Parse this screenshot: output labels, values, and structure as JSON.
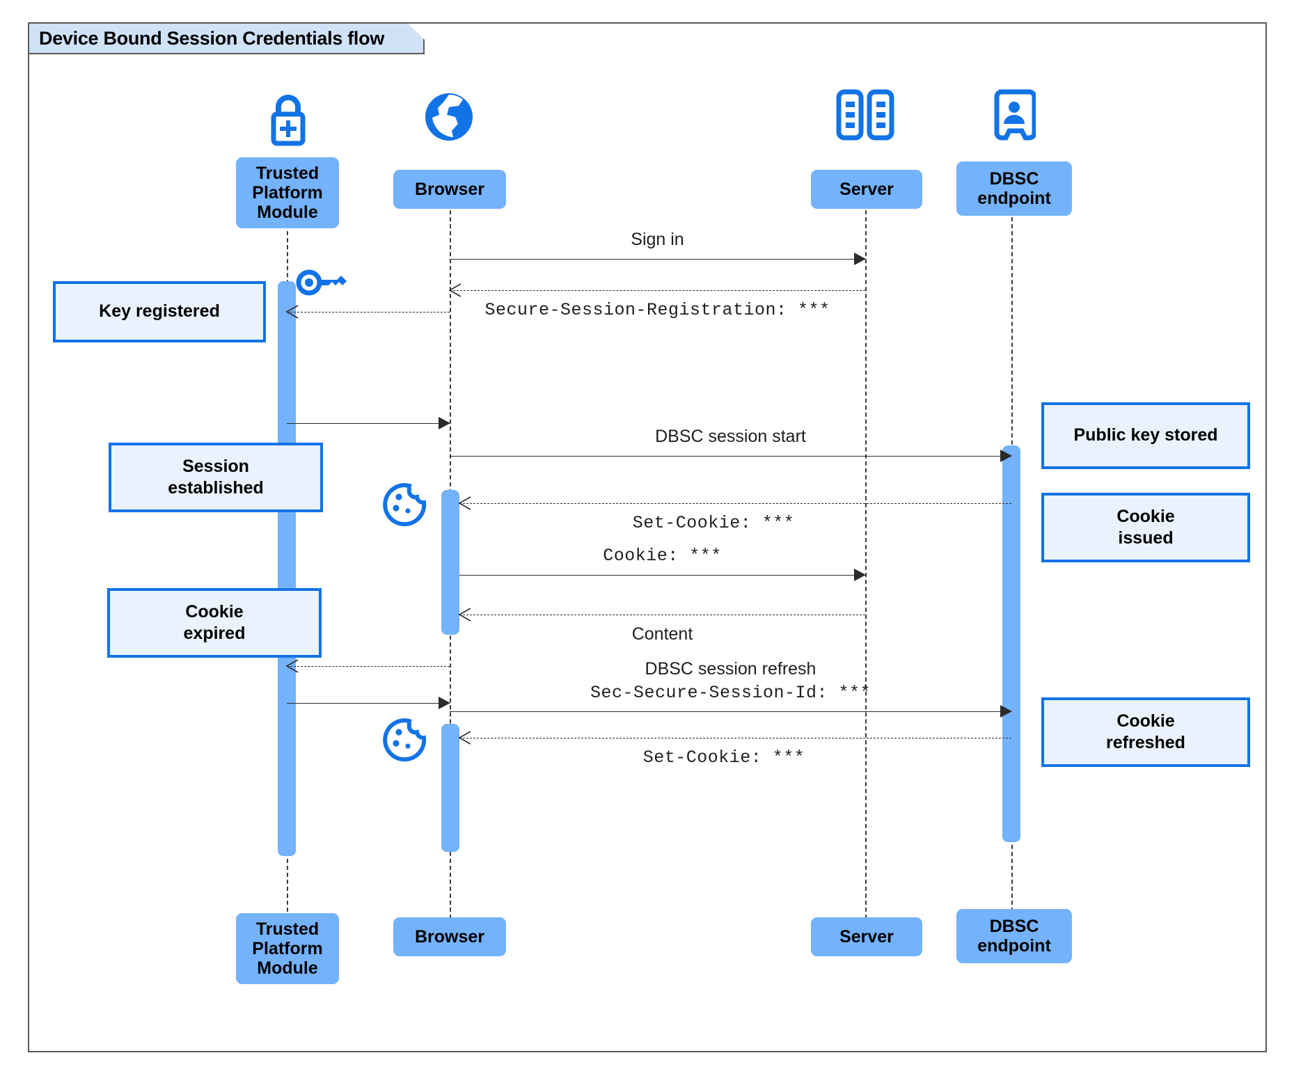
{
  "diagram": {
    "title": "Device Bound Session Credentials flow",
    "type": "sequence",
    "accent_color": "#1273e6",
    "actor_fill": "#74b2fb",
    "note_fill": "#eaf2fd",
    "note_border": "#1273e6",
    "title_fill": "#cfe2f7"
  },
  "actors": [
    {
      "id": "tpm",
      "label": "Trusted\nPlatform\nModule",
      "icon": "lock-plus-icon"
    },
    {
      "id": "browser",
      "label": "Browser",
      "icon": "globe-icon"
    },
    {
      "id": "server",
      "label": "Server",
      "icon": "server-rack-icon"
    },
    {
      "id": "dbsc",
      "label": "DBSC\nendpoint",
      "icon": "id-badge-icon"
    }
  ],
  "actors_bottom": [
    {
      "id": "tpm",
      "label": "Trusted\nPlatform\nModule"
    },
    {
      "id": "browser",
      "label": "Browser"
    },
    {
      "id": "server",
      "label": "Server"
    },
    {
      "id": "dbsc",
      "label": "DBSC\nendpoint"
    }
  ],
  "messages": [
    {
      "id": "m1",
      "from": "browser",
      "to": "server",
      "label": "Sign in",
      "style": "solid",
      "font": "sans"
    },
    {
      "id": "m2",
      "from": "server",
      "to": "browser",
      "label": "Secure-Session-Registration: ***",
      "style": "dashed",
      "font": "mono"
    },
    {
      "id": "m3",
      "from": "browser",
      "to": "tpm",
      "label": "",
      "style": "dashed",
      "font": "sans"
    },
    {
      "id": "m4",
      "from": "tpm",
      "to": "browser",
      "label": "",
      "style": "solid",
      "font": "sans"
    },
    {
      "id": "m5",
      "from": "browser",
      "to": "dbsc",
      "label": "DBSC session start",
      "style": "solid",
      "font": "sans"
    },
    {
      "id": "m6",
      "from": "dbsc",
      "to": "browser",
      "label": "Set-Cookie: ***",
      "style": "dashed",
      "font": "mono"
    },
    {
      "id": "m7",
      "from": "browser",
      "to": "server",
      "label": "Cookie: ***",
      "style": "solid",
      "font": "mono"
    },
    {
      "id": "m8",
      "from": "server",
      "to": "browser",
      "label": "Content",
      "style": "dashed",
      "font": "sans"
    },
    {
      "id": "m9",
      "from": "browser",
      "to": "tpm",
      "label": "",
      "style": "dashed",
      "font": "sans"
    },
    {
      "id": "m10",
      "from": "tpm",
      "to": "browser",
      "label": "",
      "style": "solid",
      "font": "sans"
    },
    {
      "id": "m11",
      "from": "browser",
      "to": "dbsc",
      "label": "DBSC session refresh",
      "label2": "Sec-Secure-Session-Id: ***",
      "style": "solid",
      "font": "sans"
    },
    {
      "id": "m12",
      "from": "dbsc",
      "to": "browser",
      "label": "Set-Cookie: ***",
      "style": "dashed",
      "font": "mono"
    }
  ],
  "notes": [
    {
      "id": "n1",
      "side": "left",
      "label": "Key registered",
      "attached_to": "tpm"
    },
    {
      "id": "n2",
      "side": "left",
      "label": "Session\nestablished",
      "attached_to": "tpm"
    },
    {
      "id": "n3",
      "side": "left",
      "label": "Cookie\nexpired",
      "attached_to": "tpm"
    },
    {
      "id": "n4",
      "side": "right",
      "label": "Public key stored",
      "attached_to": "dbsc"
    },
    {
      "id": "n5",
      "side": "right",
      "label": "Cookie\nissued",
      "attached_to": "dbsc"
    },
    {
      "id": "n6",
      "side": "right",
      "label": "Cookie\nrefreshed",
      "attached_to": "dbsc"
    }
  ],
  "inline_icons": [
    {
      "id": "i1",
      "name": "key-icon",
      "near": "tpm"
    },
    {
      "id": "i2",
      "name": "cookie-icon",
      "near": "browser"
    },
    {
      "id": "i3",
      "name": "cookie-icon",
      "near": "browser"
    }
  ]
}
